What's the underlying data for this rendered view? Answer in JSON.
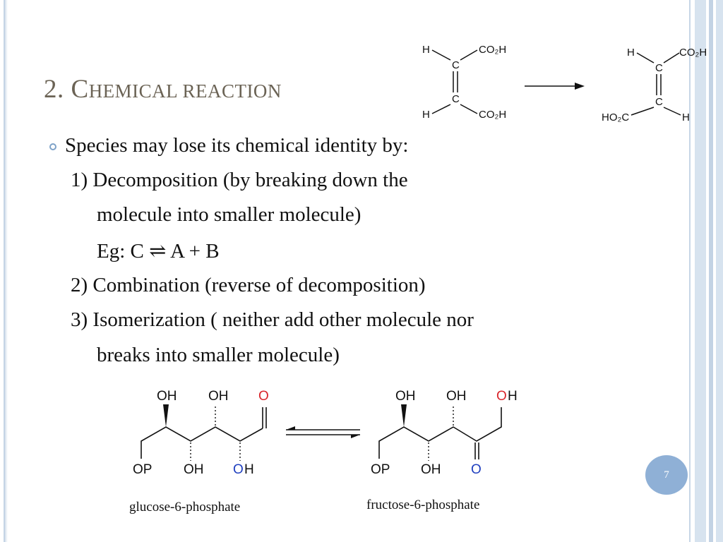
{
  "slide": {
    "title_number": "2. ",
    "title_cap1": "C",
    "title_rest1": "HEMICAL ",
    "title_cap2": "",
    "title_rest2": "REACTION",
    "bullets": {
      "intro": "Species may lose its chemical identity by:",
      "item1_line1": "1) Decomposition (by breaking down the",
      "item1_line2": "molecule into smaller molecule)",
      "item1_example": "Eg: C ⇌ A + B",
      "item2": "2) Combination (reverse of decomposition)",
      "item3_line1": "3) Isomerization ( neither add other molecule nor",
      "item3_line2": "breaks into smaller molecule)"
    },
    "page_number": "7"
  },
  "top_reaction": {
    "left": {
      "h_top": "H",
      "h_bottom": "H",
      "c_top": "C",
      "c_bottom": "C",
      "co2h_top": "CO₂H",
      "co2h_bottom": "CO₂H"
    },
    "right": {
      "h_top": "H",
      "h_bottom": "H",
      "c_top": "C",
      "c_bottom": "C",
      "co2h_top": "CO₂H",
      "ho2c_bottom": "HO₂C"
    }
  },
  "bottom_reaction": {
    "glucose": {
      "oh1": "OH",
      "oh2": "OH",
      "o_top": "O",
      "op": "OP",
      "oh3": "OH",
      "oh4_o": "O",
      "oh4_h": "H",
      "caption": "glucose-6-phosphate"
    },
    "fructose": {
      "oh1": "OH",
      "oh2": "OH",
      "oh3_o": "O",
      "oh3_h": "H",
      "op": "OP",
      "oh4": "OH",
      "o_bottom": "O",
      "caption": "fructose-6-phosphate"
    }
  },
  "colors": {
    "title": "#6b6355",
    "bullet": "#7ea2c8",
    "oxygen_red": "#d9262c",
    "oxygen_blue": "#1f3fbf",
    "badge": "#8fb0d6"
  },
  "icons": {
    "bullet": "hollow-circle-bullet",
    "reaction_arrow": "right-arrow-icon",
    "equilibrium_arrow": "equilibrium-arrows-icon"
  }
}
